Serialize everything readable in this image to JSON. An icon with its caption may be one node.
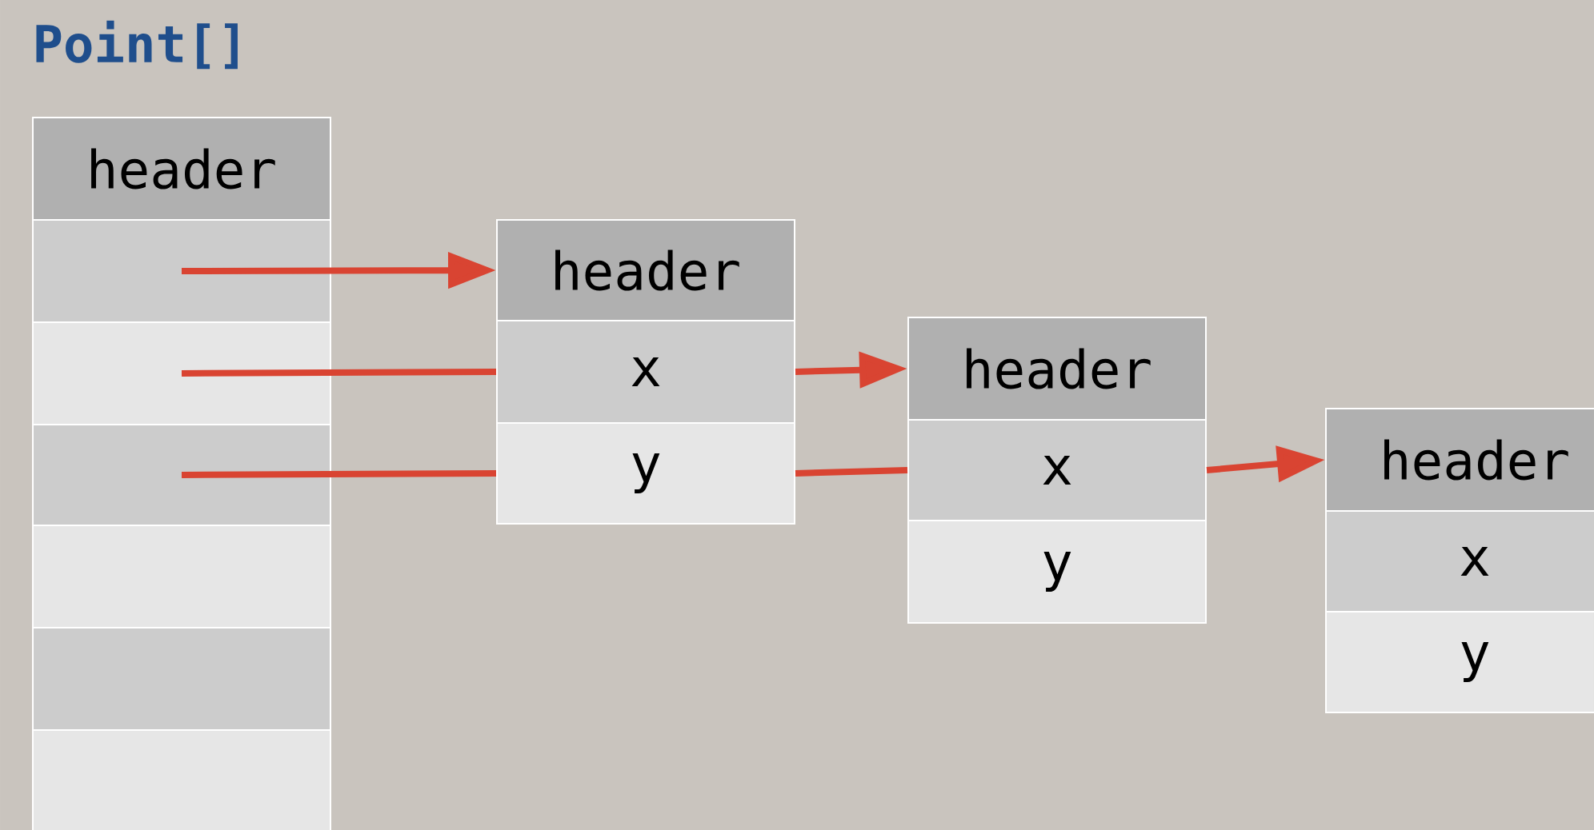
{
  "diagram": {
    "title": "Point[]",
    "nodes": [
      {
        "text": [
          "header"
        ]
      },
      {
        "text": [],
        "shape": "box"
      },
      {
        "text": [],
        "shape": "box"
      },
      {
        "text": [],
        "shape": "box"
      },
      {
        "text": [],
        "shape": "box"
      },
      {
        "text": [],
        "shape": "box"
      },
      {
        "text": [],
        "shape": "box"
      },
      {
        "text": [
          "header"
        ]
      },
      {
        "text": [
          "x"
        ]
      },
      {
        "text": [
          "y"
        ]
      },
      {
        "text": [
          "header"
        ]
      },
      {
        "text": [
          "x"
        ]
      },
      {
        "text": [
          "y"
        ]
      },
      {
        "text": [
          "header"
        ]
      },
      {
        "text": [
          "x"
        ]
      },
      {
        "text": [
          "y"
        ]
      }
    ],
    "edges": [
      {
        "from": 1,
        "to": 7,
        "arrow": "to"
      },
      {
        "from": 2,
        "to": 8,
        "arrow": "none"
      },
      {
        "from": 8,
        "to": 10,
        "arrow": "to"
      },
      {
        "from": 3,
        "to": 9,
        "arrow": "none"
      },
      {
        "from": 9,
        "to": 11,
        "arrow": "none"
      },
      {
        "from": 11,
        "to": 13,
        "arrow": "to"
      }
    ]
  }
}
